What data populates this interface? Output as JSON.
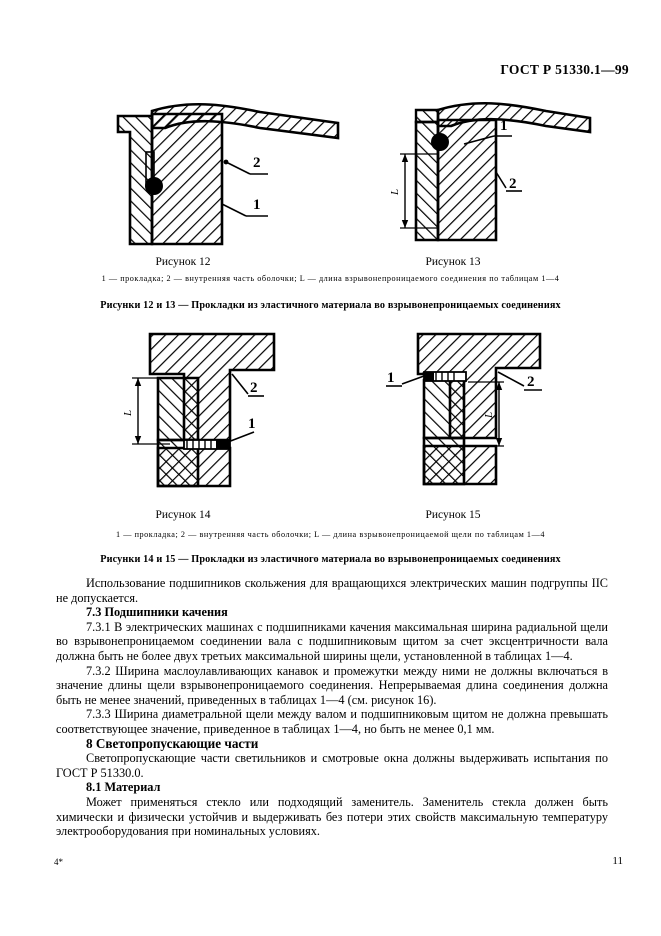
{
  "document": {
    "standard_header": "ГОСТ Р 51330.1—99",
    "page_number": "11",
    "footer_mark": "4*"
  },
  "figures": {
    "fig12_caption": "Рисунок 12",
    "fig13_caption": "Рисунок 13",
    "fig14_caption": "Рисунок 14",
    "fig15_caption": "Рисунок 15",
    "legend_top": "1 — прокладка; 2 — внутренняя часть оболочки; L — длина взрывонепроницаемого соединения по таблицам 1—4",
    "legend_bottom": "1 — прокладка; 2 — внутренняя часть оболочки; L — длина взрывонепроницаемой щели по таблицам 1—4",
    "title_top": "Рисунки 12 и 13 — Прокладки из эластичного материала во взрывонепроницаемых соединениях",
    "title_bottom": "Рисунки 14 и 15 — Прокладки из эластичного материала во взрывонепроницаемых соединениях",
    "callout_1": "1",
    "callout_2": "2",
    "dimension_label": "L"
  },
  "body": {
    "para_bearings": "Использование подшипников скольжения для вращающихся электрических машин подгруппы IIС не допускается.",
    "heading_73": "7.3 Подшипники качения",
    "para_731": "7.3.1 В электрических машинах с подшипниками качения максимальная ширина радиальной щели во взрывонепроницаемом соединении вала с подшипниковым щитом за счет эксцентричности вала должна быть не более двух третьих максимальной ширины щели, установленной в таблицах 1—4.",
    "para_732": "7.3.2 Ширина маслоулавливающих канавок и промежутки между ними не должны включаться в значение длины щели взрывонепроницаемого соединения. Непрерываемая длина соединения должна быть не менее значений, приведенных в таблицах 1—4 (см. рисунок 16).",
    "para_733": "7.3.3 Ширина диаметральной щели между валом и подшипниковым щитом не должна превышать соответствующее значение, приведенное в таблицах 1—4, но быть не менее 0,1 мм.",
    "heading_8": "8 Светопропускающие части",
    "para_8": "Светопропускающие части светильников и смотровые окна должны выдерживать испытания по ГОСТ Р 51330.0.",
    "heading_81": "8.1 Материал",
    "para_81": "Может применяться стекло или подходящий заменитель. Заменитель стекла должен быть химически и физически устойчив и выдерживать без потери этих свойств максимальную температуру электрооборудования при номинальных условиях."
  },
  "colors": {
    "ink": "#000000",
    "paper": "#ffffff"
  }
}
